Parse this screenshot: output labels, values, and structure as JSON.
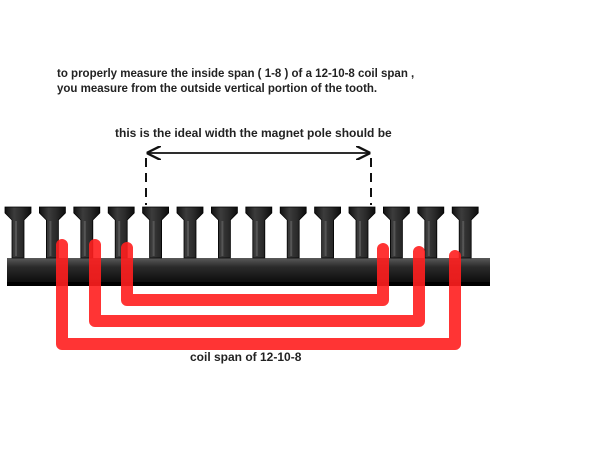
{
  "intro": {
    "line1": "to properly measure the inside span ( 1-8 ) of a 12-10-8 coil span ,",
    "line2": "you measure from the outside vertical portion of the tooth."
  },
  "measure": {
    "label": "this is the ideal width the magnet pole should be"
  },
  "coil": {
    "label": "coil span of 12-10-8",
    "color": "#ff2222"
  },
  "stator": {
    "tooth_count": 14,
    "color": "#1a1a1a"
  }
}
